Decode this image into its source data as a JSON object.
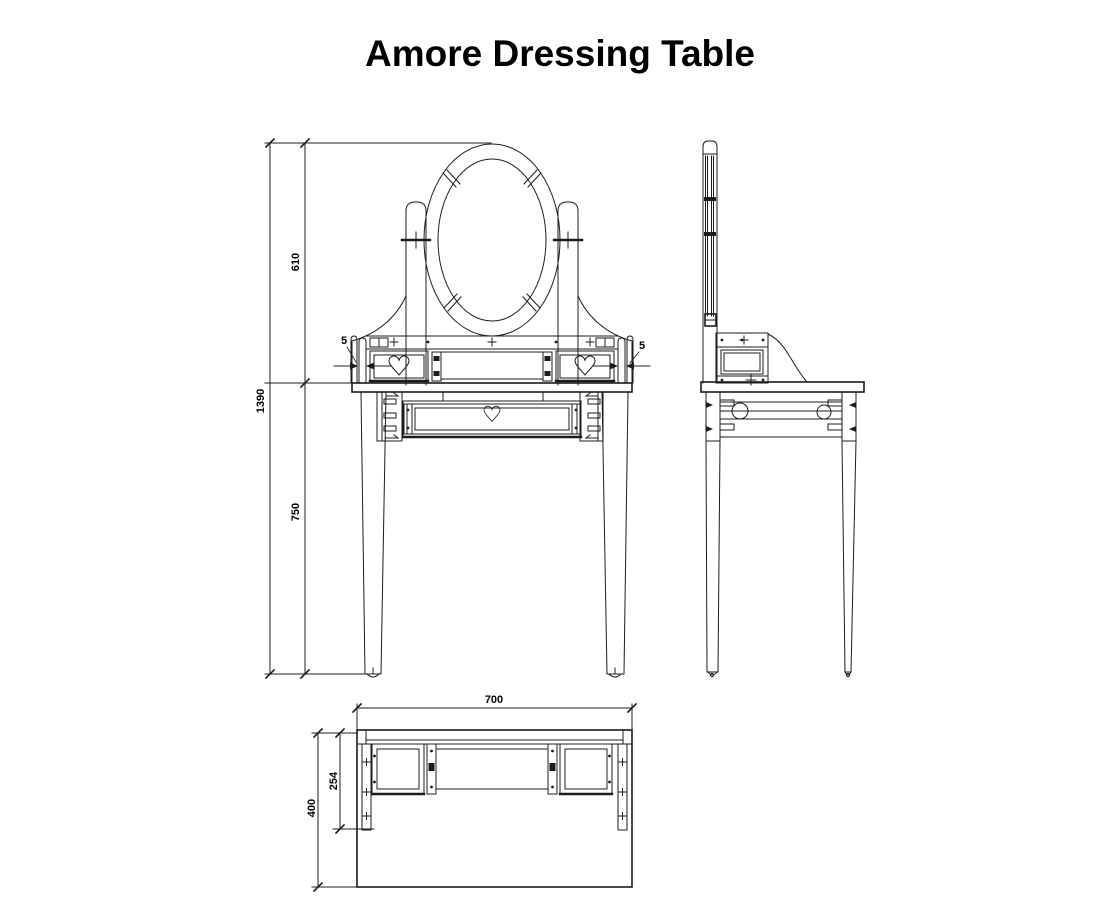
{
  "title": "Amore Dressing Table",
  "colors": {
    "line": "#1c1c1c",
    "background": "#ffffff",
    "text": "#000000"
  },
  "dimensions": {
    "front": {
      "mirror_assembly_height": "610",
      "total_height": "1390",
      "leg_height": "750",
      "left_overhang": "5",
      "right_overhang": "5"
    },
    "top": {
      "width": "700",
      "deck_depth": "254",
      "total_depth": "400"
    }
  }
}
